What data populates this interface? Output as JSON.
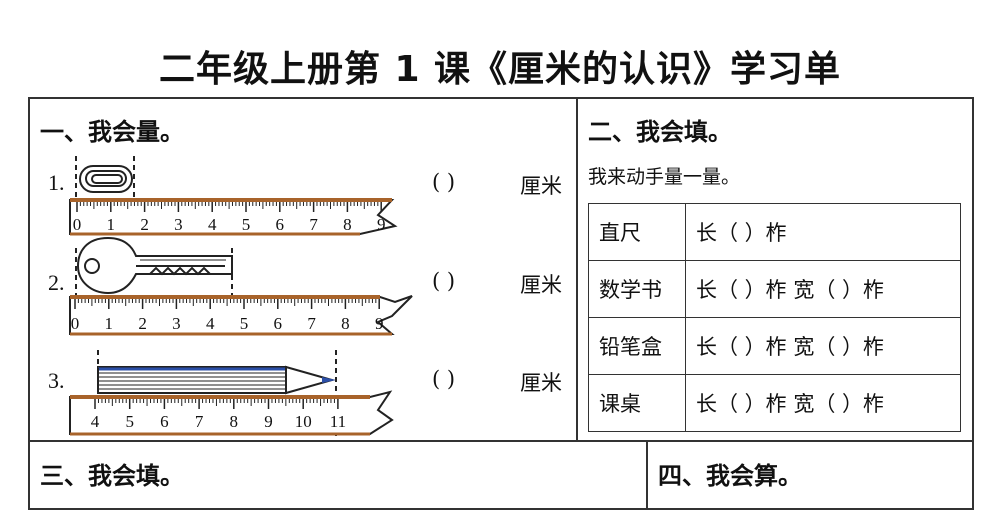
{
  "title": "二年级上册第 1 课《厘米的认识》学习单",
  "section1": {
    "heading": "一、我会量。",
    "items": [
      {
        "num": "1.",
        "paren": "(      )",
        "unit": "厘米",
        "object": "paperclip-icon",
        "ticks": [
          "0",
          "1",
          "2",
          "3",
          "4",
          "5",
          "6",
          "7",
          "8",
          "9"
        ]
      },
      {
        "num": "2.",
        "paren": "(      )",
        "unit": "厘米",
        "object": "key-icon",
        "ticks": [
          "0",
          "1",
          "2",
          "3",
          "4",
          "5",
          "6",
          "7",
          "8",
          "9"
        ]
      },
      {
        "num": "3.",
        "paren": "(      )",
        "unit": "厘米",
        "object": "pencil-icon",
        "ticks": [
          "4",
          "5",
          "6",
          "7",
          "8",
          "9",
          "10",
          "11"
        ]
      }
    ]
  },
  "section2": {
    "heading": "二、我会填。",
    "instruction": "我来动手量一量。",
    "rows": [
      {
        "item": "直尺",
        "blanks": "长（ ）柞"
      },
      {
        "item": "数学书",
        "blanks": "长（ ）柞 宽（ ）柞"
      },
      {
        "item": "铅笔盒",
        "blanks": "长（ ）柞 宽（ ）柞"
      },
      {
        "item": "课桌",
        "blanks": "长（ ）柞 宽（ ）柞"
      }
    ]
  },
  "section3": {
    "heading": "三、我会填。"
  },
  "section4": {
    "heading": "四、我会算。"
  },
  "colors": {
    "ruler_edge": "#a8632a",
    "pencil_blue": "#2b4fa8",
    "line": "#333333"
  }
}
